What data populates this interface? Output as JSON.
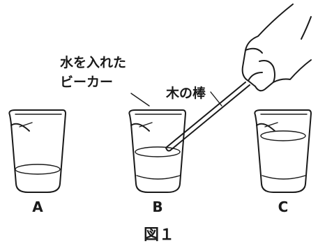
{
  "annotations": {
    "water_beaker_line1": "水を入れた",
    "water_beaker_line2": "ビーカー",
    "wooden_stick": "木の棒"
  },
  "beakers": [
    {
      "label": "A"
    },
    {
      "label": "B"
    },
    {
      "label": "C"
    }
  ],
  "figure_caption": "図１"
}
